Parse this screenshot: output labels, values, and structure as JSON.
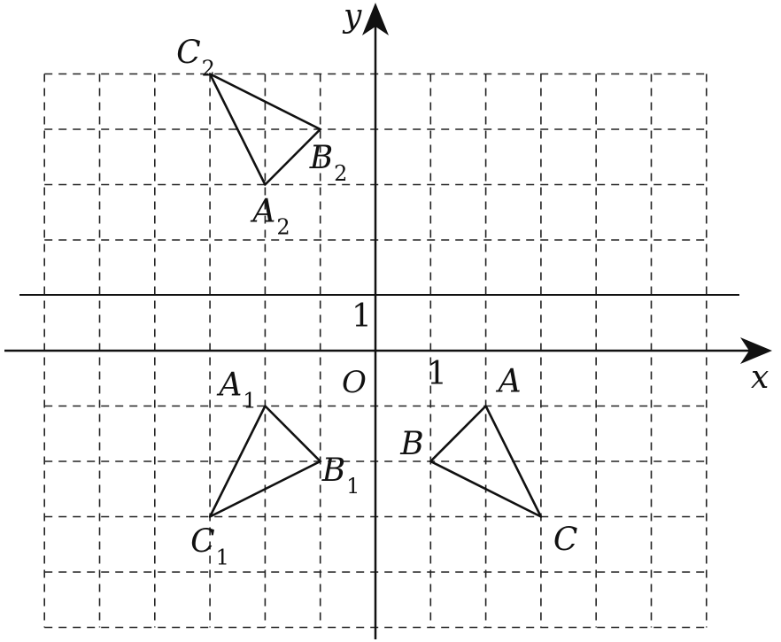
{
  "axes": {
    "x_label": "x",
    "y_label": "y",
    "origin_label": "O",
    "x_unit_label": "1",
    "y_unit_label": "1"
  },
  "grid": {
    "x_range": [
      -6,
      6
    ],
    "y_range": [
      -5,
      5
    ],
    "style": "dashed"
  },
  "colors": {
    "line": "#111111",
    "grid": "#222222",
    "background": "#ffffff"
  },
  "triangles": [
    {
      "name": "ABC",
      "vertices": [
        {
          "letter": "A",
          "sub": "",
          "x": 2,
          "y": -1
        },
        {
          "letter": "B",
          "sub": "",
          "x": 1,
          "y": -2
        },
        {
          "letter": "C",
          "sub": "",
          "x": 3,
          "y": -3
        }
      ]
    },
    {
      "name": "A1B1C1",
      "vertices": [
        {
          "letter": "A",
          "sub": "1",
          "x": -2,
          "y": -1
        },
        {
          "letter": "B",
          "sub": "1",
          "x": -1,
          "y": -2
        },
        {
          "letter": "C",
          "sub": "1",
          "x": -3,
          "y": -3
        }
      ]
    },
    {
      "name": "A2B2C2",
      "vertices": [
        {
          "letter": "A",
          "sub": "2",
          "x": -2,
          "y": 3
        },
        {
          "letter": "B",
          "sub": "2",
          "x": -1,
          "y": 4
        },
        {
          "letter": "C",
          "sub": "2",
          "x": -3,
          "y": 5
        }
      ]
    }
  ]
}
